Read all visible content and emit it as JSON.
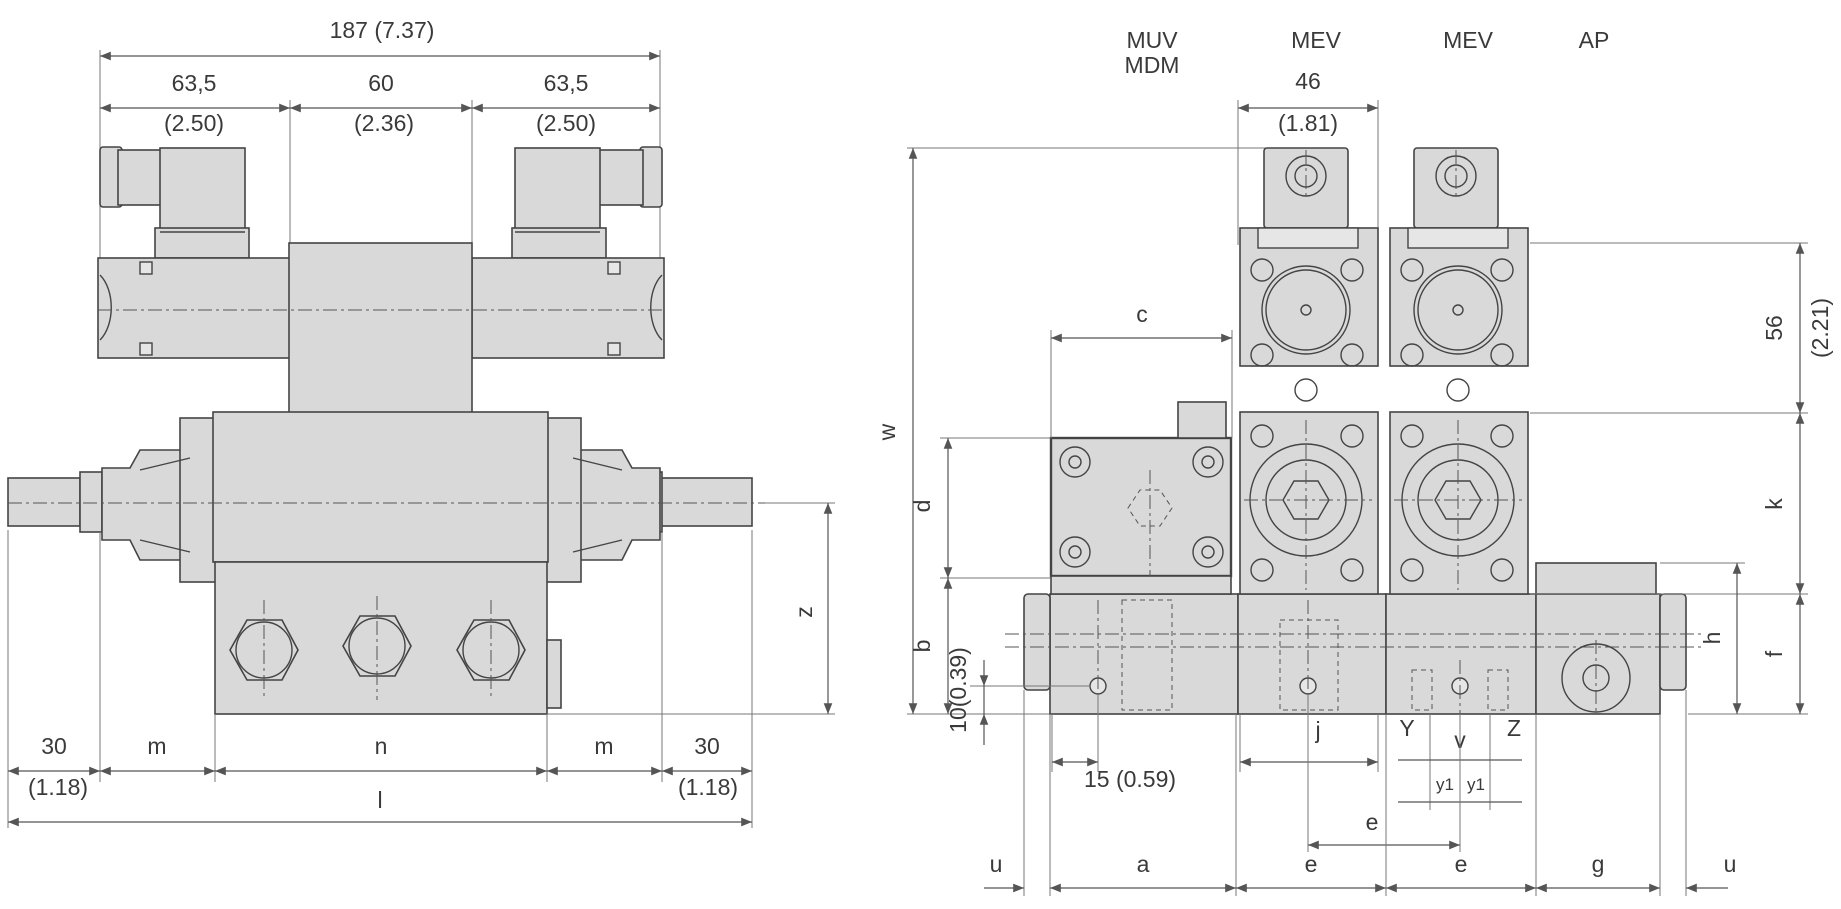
{
  "front_view": {
    "overall": "187 (7.37)",
    "left_mm": "63,5",
    "center_mm": "60",
    "right_mm": "63,5",
    "left_in": "(2.50)",
    "center_in": "(2.36)",
    "right_in": "(2.50)",
    "bottom_left_mm": "30",
    "bottom_left_in": "(1.18)",
    "bottom_right_mm": "30",
    "bottom_right_in": "(1.18)",
    "m_left": "m",
    "n": "n",
    "m_right": "m",
    "l": "l",
    "z": "z"
  },
  "side_view": {
    "header_muv": "MUV",
    "header_mdm": "MDM",
    "header_mev_1": "MEV",
    "header_mev_2": "MEV",
    "header_ap": "AP",
    "width_mm": "46",
    "width_in": "(1.81)",
    "height_mm": "56",
    "height_in": "(2.21)",
    "w": "w",
    "c": "c",
    "d": "d",
    "b": "b",
    "ten": "10(0.39)",
    "k": "k",
    "h": "h",
    "f": "f",
    "j": "j",
    "Y": "Y",
    "v": "v",
    "Z": "Z",
    "y1_left": "y1",
    "y1_right": "y1",
    "fifteen": "15 (0.59)",
    "e_mid": "e",
    "u_left": "u",
    "a": "a",
    "e_1": "e",
    "e_2": "e",
    "g": "g",
    "u_right": "u"
  }
}
